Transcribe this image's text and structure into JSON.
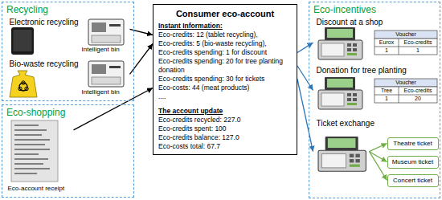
{
  "diagram": {
    "nodes": [
      {
        "text": [
          "Recycling"
        ]
      },
      {
        "text": [
          "Electronic recycling",
          "Intelligent bin"
        ],
        "in": 0
      },
      {
        "text": [
          "Bio-waste recycling",
          "Intelligent bin"
        ],
        "in": 0
      },
      {
        "text": [
          "Eco-shopping"
        ]
      },
      {
        "text": [
          "Eco-account receipt"
        ],
        "in": 3
      },
      {
        "text": [
          "Consumer eco-account",
          "Instant Information:",
          "Eco-credits: 12 (tablet recycling),",
          "Eco-credits: 5 (bio-waste recycling),",
          "Eco-credits spending: 1 for discount",
          "Eco-credits spending: 20 for tree planting donation",
          "Eco-credits spending: 30 for tickets",
          "Eco-costs: 44 (meat products)",
          "....",
          "The account update",
          "Eco-credits recycled: 227.0",
          "Eco-credits spent: 100",
          "Eco-credits balance: 127.0",
          "Eco-costs total: 67.7"
        ]
      },
      {
        "text": [
          "Eco-incentives"
        ]
      },
      {
        "text": [
          "Discount at a shop"
        ],
        "in": 6
      },
      {
        "text": [
          "Donation for tree planting"
        ],
        "in": 6
      },
      {
        "text": [
          "Ticket exchange"
        ],
        "in": 6
      },
      {
        "text": [
          "Theatre ticket"
        ],
        "in": 6
      },
      {
        "text": [
          "Museum ticket"
        ],
        "in": 6
      },
      {
        "text": [
          "Concert ticket"
        ],
        "in": 6
      }
    ],
    "edges": [
      {
        "from": 1,
        "to": 5,
        "arrow": "to"
      },
      {
        "from": 2,
        "to": 5,
        "arrow": "to"
      },
      {
        "from": 4,
        "to": 5,
        "arrow": "to"
      },
      {
        "from": 5,
        "to": 7,
        "arrow": "to"
      },
      {
        "from": 5,
        "to": 8,
        "arrow": "to"
      },
      {
        "from": 5,
        "to": 9,
        "arrow": "to"
      },
      {
        "from": 9,
        "to": 10,
        "arrow": "to"
      },
      {
        "from": 9,
        "to": 11,
        "arrow": "to"
      },
      {
        "from": 9,
        "to": 12,
        "arrow": "to"
      }
    ],
    "labels": [
      "Voucher",
      "Eurox",
      "Eco-credits",
      "1",
      "1",
      "Voucher",
      "Tree",
      "Eco-credits",
      "1",
      "20"
    ]
  }
}
